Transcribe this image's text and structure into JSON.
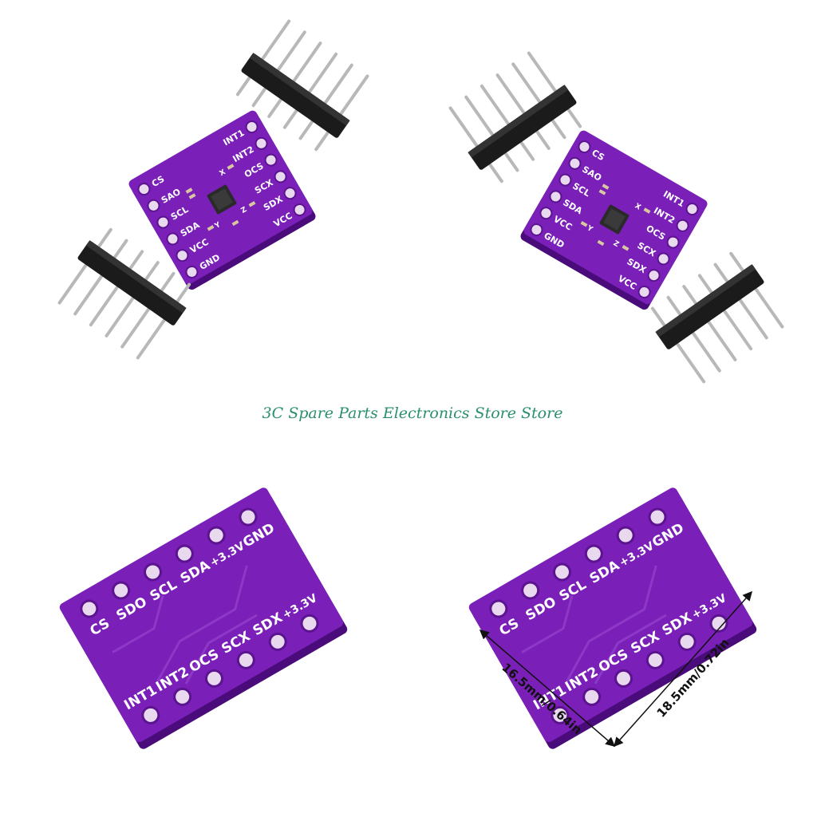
{
  "watermark": "3C Spare Parts Electronics Store Store",
  "colors": {
    "pcb": "#7a1fb8",
    "pcb_dark": "#4a0c7a",
    "pcb_edge": "#5c1390",
    "pad": "#e9d9ef",
    "header_plastic": "#1b1b1b",
    "pin": "#b8b8b8",
    "watermark": "#2a8f6e"
  },
  "top_left_board": {
    "left_labels": [
      "CS",
      "SAO",
      "SCL",
      "SDA",
      "VCC",
      "GND"
    ],
    "right_labels": [
      "INT1",
      "INT2",
      "OCS",
      "SCX",
      "SDX",
      "VCC"
    ],
    "axis_labels": [
      "X",
      "Y",
      "Z"
    ]
  },
  "top_right_board": {
    "left_labels": [
      "CS",
      "SAO",
      "SCL",
      "SDA",
      "VCC",
      "GND"
    ],
    "right_labels": [
      "INT1",
      "INT2",
      "OCS",
      "SCX",
      "SDX",
      "VCC"
    ],
    "axis_labels": [
      "X",
      "Y",
      "Z"
    ]
  },
  "bottom_left_board": {
    "top_labels": [
      "CS",
      "SDO",
      "SCL",
      "SDA",
      "+3.3V",
      "GND"
    ],
    "bottom_labels": [
      "INT1",
      "INT2",
      "OCS",
      "SCX",
      "SDX",
      "+3.3V"
    ]
  },
  "bottom_right_board": {
    "top_labels": [
      "CS",
      "SDO",
      "SCL",
      "SDA",
      "+3.3V",
      "GND"
    ],
    "bottom_labels": [
      "INT1",
      "INT2",
      "OCS",
      "SCX",
      "SDX",
      "+3.3V"
    ],
    "dimension_short": "16.5mm/0.64in",
    "dimension_long": "18.5mm/0.72in"
  }
}
